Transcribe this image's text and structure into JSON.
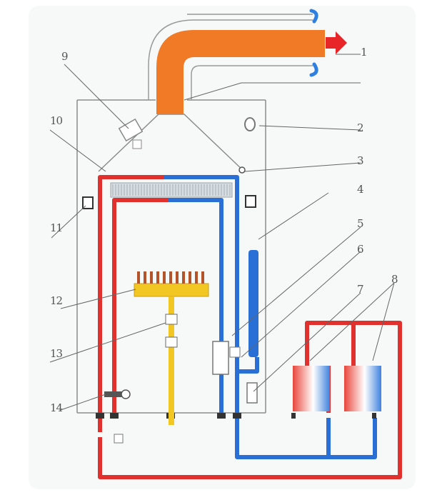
{
  "diagram": {
    "callouts": [
      {
        "id": "1",
        "label": "1"
      },
      {
        "id": "2",
        "label": "2"
      },
      {
        "id": "3",
        "label": "3"
      },
      {
        "id": "4",
        "label": "4"
      },
      {
        "id": "5",
        "label": "5"
      },
      {
        "id": "6",
        "label": "6"
      },
      {
        "id": "7",
        "label": "7"
      },
      {
        "id": "8",
        "label": "8"
      },
      {
        "id": "9",
        "label": "9"
      },
      {
        "id": "10",
        "label": "10"
      },
      {
        "id": "11",
        "label": "11"
      },
      {
        "id": "12",
        "label": "12"
      },
      {
        "id": "13",
        "label": "13"
      },
      {
        "id": "14",
        "label": "14"
      }
    ],
    "colors": {
      "flue": "#f07a26",
      "hot_pipe": "#e0312f",
      "cold_pipe": "#2a6fd6",
      "gas_pipe": "#f2c623",
      "casing": "#8a8a8a",
      "exhaust_arrow": "#e8262a",
      "intake_arrow": "#2f7fe0"
    }
  }
}
